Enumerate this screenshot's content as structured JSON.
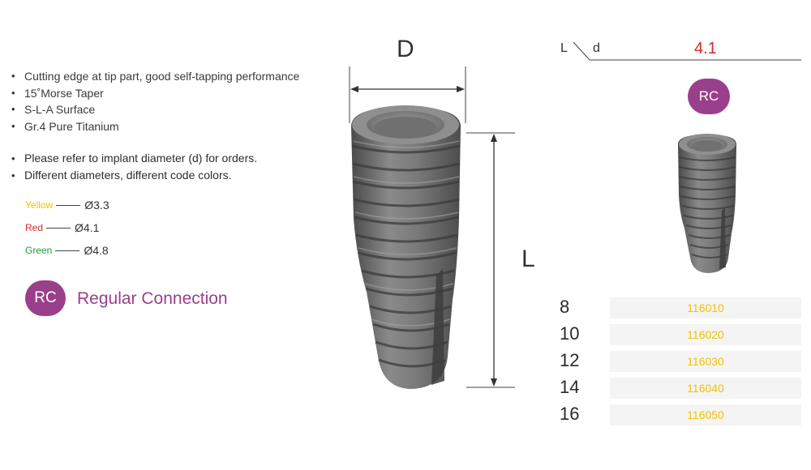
{
  "features": [
    "Cutting edge at tip part, good self-tapping performance",
    "15˚Morse Taper",
    "S-L-A Surface",
    "Gr.4 Pure Titanium"
  ],
  "notes": [
    "Please refer to implant diameter (d) for orders.",
    "Different diameters, different code colors."
  ],
  "color_codes": [
    {
      "color_name": "Yellow",
      "diameter": "Ø3.3",
      "color": "#f2c200"
    },
    {
      "color_name": "Red",
      "diameter": "Ø4.1",
      "color": "#d42a2a"
    },
    {
      "color_name": "Green",
      "diameter": "Ø4.8",
      "color": "#1f9a3a"
    }
  ],
  "connection": {
    "badge": "RC",
    "label": "Regular Connection",
    "color": "#9a3f8b"
  },
  "diagram": {
    "diameter_label": "D",
    "length_label": "L"
  },
  "table": {
    "header_length": "L",
    "header_diameter": "d",
    "diameter_value": "4.1",
    "badge": "RC",
    "rows": [
      {
        "length": "8",
        "code": "116010"
      },
      {
        "length": "10",
        "code": "116020"
      },
      {
        "length": "12",
        "code": "116030"
      },
      {
        "length": "14",
        "code": "116040"
      },
      {
        "length": "16",
        "code": "116050"
      }
    ]
  }
}
